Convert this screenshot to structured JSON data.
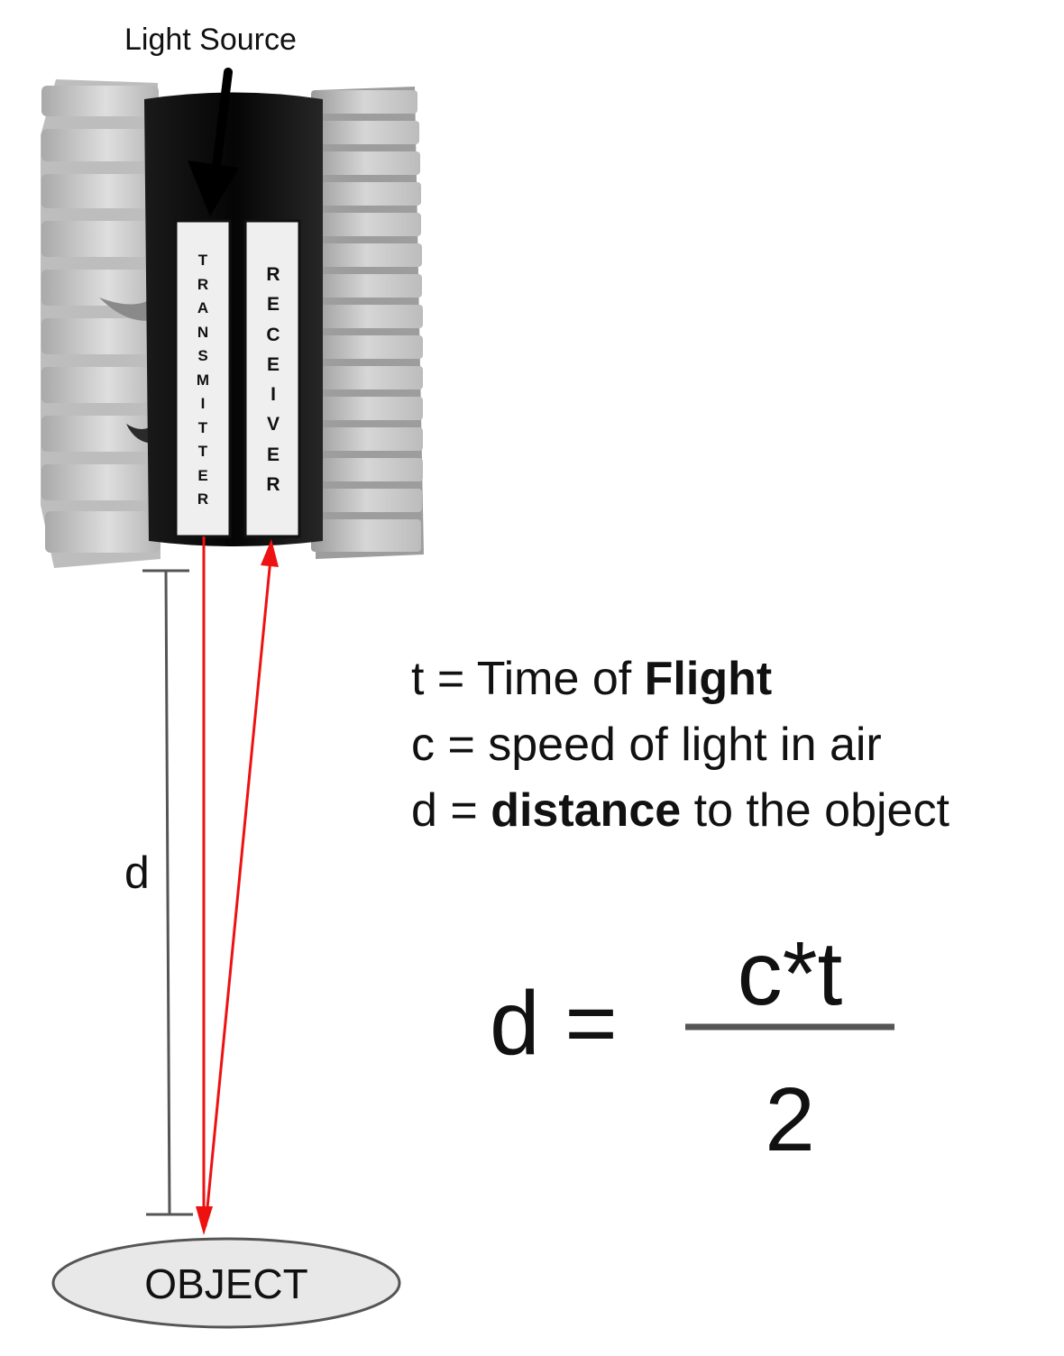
{
  "labels": {
    "light_source": "Light Source",
    "transmitter": "TRANSMITTER",
    "receiver": "RECEIVER",
    "distance": "d",
    "object": "OBJECT"
  },
  "definitions": {
    "t": {
      "prefix": "t = Time of ",
      "bold": "Flight",
      "suffix": ""
    },
    "c": {
      "prefix": "c = speed of light in air",
      "bold": "",
      "suffix": ""
    },
    "d": {
      "prefix": "d = ",
      "bold": "distance",
      "suffix": " to the object"
    }
  },
  "formula": {
    "lhs": "d =",
    "numerator": "c*t",
    "denominator": "2"
  },
  "colors": {
    "beam": "#ee1111",
    "sensor_body": "#111111",
    "heatsink_fin": "#c9c9c9",
    "object_fill": "#e8e8e8"
  }
}
